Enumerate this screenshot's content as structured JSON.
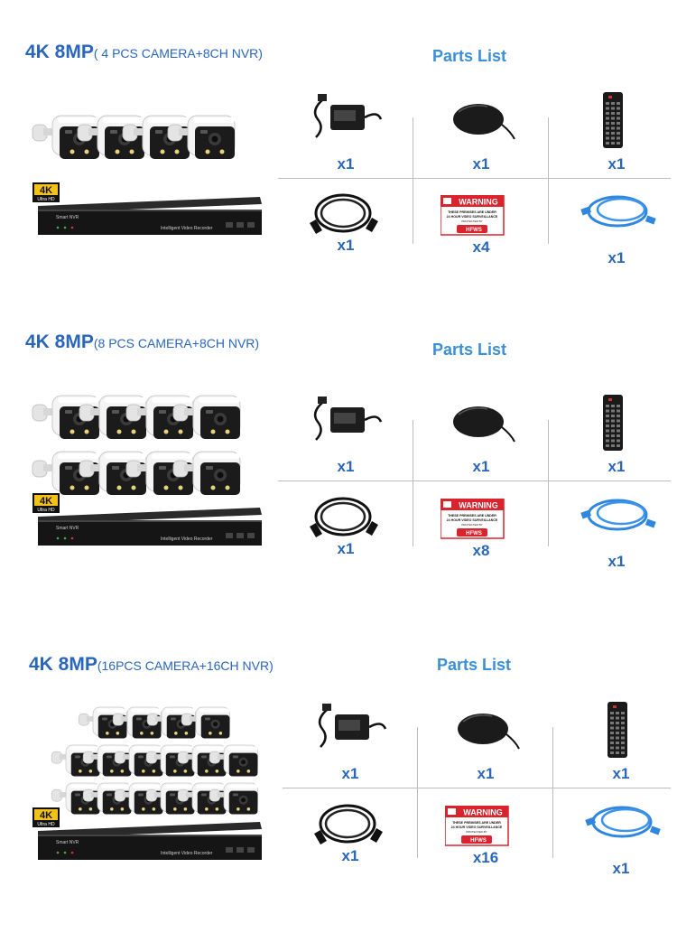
{
  "sections": [
    {
      "title_main": "4K 8MP",
      "title_sub": "( 4 PCS CAMERA+8CH NVR)",
      "parts_title": "Parts List",
      "camera_count": 4,
      "nvr_label": "Intelligent Video Recorder",
      "nvr_brand": "Smart NVR",
      "badge_main": "4K",
      "badge_sub": "Ultra HD",
      "parts": [
        {
          "name": "power adapter",
          "qty": "x1"
        },
        {
          "name": "mouse",
          "qty": "x1"
        },
        {
          "name": "remote control",
          "qty": "x1"
        },
        {
          "name": "hdmi cable",
          "qty": "x1"
        },
        {
          "name": "warning sticker",
          "qty": "x4"
        },
        {
          "name": "network cable",
          "qty": "x1"
        }
      ]
    },
    {
      "title_main": "4K 8MP",
      "title_sub": "(8 PCS CAMERA+8CH NVR)",
      "parts_title": "Parts List",
      "camera_count": 8,
      "nvr_label": "Intelligent Video Recorder",
      "nvr_brand": "Smart NVR",
      "badge_main": "4K",
      "badge_sub": "Ultra HD",
      "parts": [
        {
          "name": "power adapter",
          "qty": "x1"
        },
        {
          "name": "mouse",
          "qty": "x1"
        },
        {
          "name": "remote control",
          "qty": "x1"
        },
        {
          "name": "hdmi cable",
          "qty": "x1"
        },
        {
          "name": "warning sticker",
          "qty": "x8"
        },
        {
          "name": "network cable",
          "qty": "x1"
        }
      ]
    },
    {
      "title_main": "4K 8MP",
      "title_sub": "(16PCS CAMERA+16CH NVR)",
      "parts_title": "Parts List",
      "camera_count": 16,
      "nvr_label": "Intelligent Video Recorder",
      "nvr_brand": "Smart NVR",
      "badge_main": "4K",
      "badge_sub": "Ultra HD",
      "parts": [
        {
          "name": "power adapter",
          "qty": "x1"
        },
        {
          "name": "mouse",
          "qty": "x1"
        },
        {
          "name": "remote control",
          "qty": "x1"
        },
        {
          "name": "hdmi cable",
          "qty": "x1"
        },
        {
          "name": "warning sticker",
          "qty": "x16"
        },
        {
          "name": "network cable",
          "qty": "x1"
        }
      ]
    }
  ],
  "sticker": {
    "heading": "WARNING",
    "line1": "THESE PREMISES ARE UNDER",
    "line2": "24 HOUR VIDEO SURVEILLANCE",
    "line3": "PROTECTED BY",
    "brand": "HFWS"
  },
  "colors": {
    "title": "#2a66bb",
    "parts_title": "#3a8fd6",
    "qty": "#2a66bb",
    "sticker_red": "#d9232d",
    "cable_blue": "#2f86e0"
  }
}
